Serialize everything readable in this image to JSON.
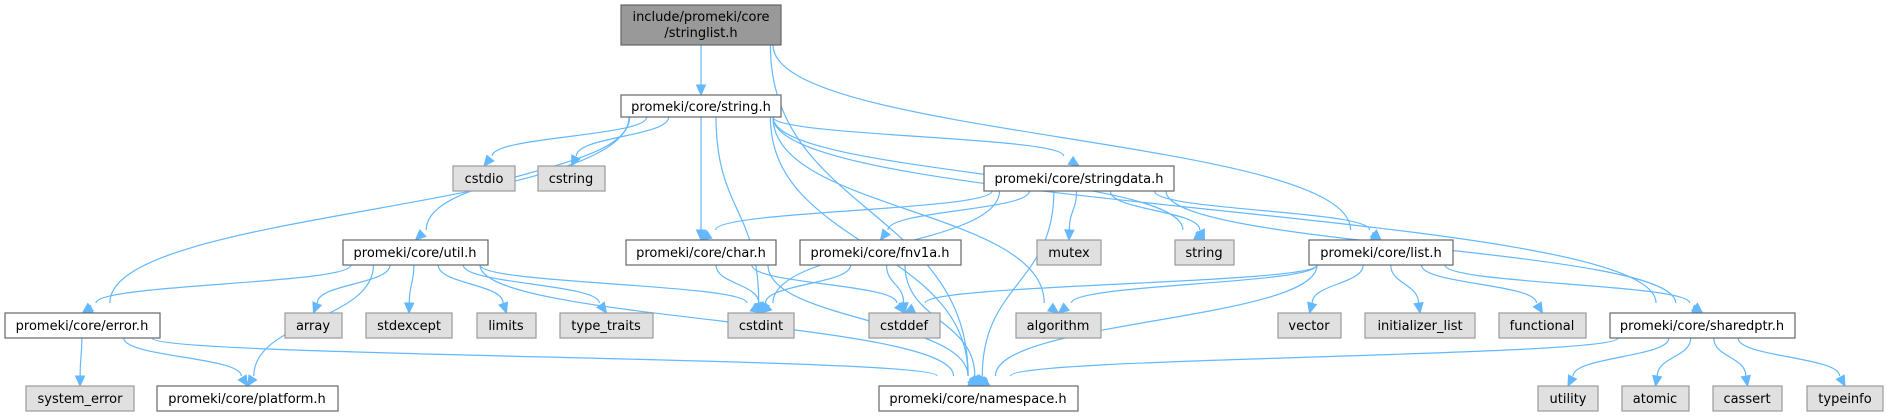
{
  "title": "include/promeki/core/stringlist.h dependency graph",
  "colors": {
    "edge": "#63b8ff",
    "root_fill": "#999999",
    "local_fill": "#ffffff",
    "system_fill": "#e0e0e0"
  },
  "nodes": {
    "stringlist": {
      "label1": "include/promeki/core",
      "label2": "/stringlist.h",
      "kind": "root"
    },
    "string_h": {
      "label": "promeki/core/string.h",
      "kind": "local"
    },
    "cstdio": {
      "label": "cstdio",
      "kind": "system"
    },
    "cstring": {
      "label": "cstring",
      "kind": "system"
    },
    "stringdata": {
      "label": "promeki/core/stringdata.h",
      "kind": "local"
    },
    "util": {
      "label": "promeki/core/util.h",
      "kind": "local"
    },
    "char": {
      "label": "promeki/core/char.h",
      "kind": "local"
    },
    "fnv1a": {
      "label": "promeki/core/fnv1a.h",
      "kind": "local"
    },
    "mutex": {
      "label": "mutex",
      "kind": "system"
    },
    "string": {
      "label": "string",
      "kind": "system"
    },
    "list": {
      "label": "promeki/core/list.h",
      "kind": "local"
    },
    "error": {
      "label": "promeki/core/error.h",
      "kind": "local"
    },
    "array": {
      "label": "array",
      "kind": "system"
    },
    "stdexcept": {
      "label": "stdexcept",
      "kind": "system"
    },
    "limits": {
      "label": "limits",
      "kind": "system"
    },
    "type_traits": {
      "label": "type_traits",
      "kind": "system"
    },
    "cstdint": {
      "label": "cstdint",
      "kind": "system"
    },
    "cstddef": {
      "label": "cstddef",
      "kind": "system"
    },
    "algorithm": {
      "label": "algorithm",
      "kind": "system"
    },
    "vector": {
      "label": "vector",
      "kind": "system"
    },
    "initializer_list": {
      "label": "initializer_list",
      "kind": "system"
    },
    "functional": {
      "label": "functional",
      "kind": "system"
    },
    "sharedptr": {
      "label": "promeki/core/sharedptr.h",
      "kind": "local"
    },
    "system_error": {
      "label": "system_error",
      "kind": "system"
    },
    "platform": {
      "label": "promeki/core/platform.h",
      "kind": "local"
    },
    "namespace": {
      "label": "promeki/core/namespace.h",
      "kind": "local"
    },
    "utility": {
      "label": "utility",
      "kind": "system"
    },
    "atomic": {
      "label": "atomic",
      "kind": "system"
    },
    "cassert": {
      "label": "cassert",
      "kind": "system"
    },
    "typeinfo": {
      "label": "typeinfo",
      "kind": "system"
    }
  },
  "edges": [
    [
      "stringlist",
      "string_h"
    ],
    [
      "stringlist",
      "namespace"
    ],
    [
      "stringlist",
      "list"
    ],
    [
      "string_h",
      "cstdio"
    ],
    [
      "string_h",
      "cstring"
    ],
    [
      "string_h",
      "stringdata"
    ],
    [
      "string_h",
      "util"
    ],
    [
      "string_h",
      "char"
    ],
    [
      "string_h",
      "error"
    ],
    [
      "string_h",
      "cstdint"
    ],
    [
      "string_h",
      "string"
    ],
    [
      "string_h",
      "algorithm"
    ],
    [
      "string_h",
      "namespace"
    ],
    [
      "string_h",
      "sharedptr"
    ],
    [
      "stringdata",
      "char"
    ],
    [
      "stringdata",
      "fnv1a"
    ],
    [
      "stringdata",
      "mutex"
    ],
    [
      "stringdata",
      "string"
    ],
    [
      "stringdata",
      "list"
    ],
    [
      "stringdata",
      "cstdint"
    ],
    [
      "stringdata",
      "namespace"
    ],
    [
      "stringdata",
      "sharedptr"
    ],
    [
      "util",
      "error"
    ],
    [
      "util",
      "array"
    ],
    [
      "util",
      "stdexcept"
    ],
    [
      "util",
      "limits"
    ],
    [
      "util",
      "type_traits"
    ],
    [
      "util",
      "cstdint"
    ],
    [
      "util",
      "platform"
    ],
    [
      "util",
      "namespace"
    ],
    [
      "char",
      "cstdint"
    ],
    [
      "char",
      "cstddef"
    ],
    [
      "char",
      "namespace"
    ],
    [
      "fnv1a",
      "cstdint"
    ],
    [
      "fnv1a",
      "cstddef"
    ],
    [
      "fnv1a",
      "namespace"
    ],
    [
      "list",
      "cstddef"
    ],
    [
      "list",
      "algorithm"
    ],
    [
      "list",
      "vector"
    ],
    [
      "list",
      "initializer_list"
    ],
    [
      "list",
      "functional"
    ],
    [
      "list",
      "sharedptr"
    ],
    [
      "list",
      "namespace"
    ],
    [
      "error",
      "system_error"
    ],
    [
      "error",
      "platform"
    ],
    [
      "error",
      "namespace"
    ],
    [
      "sharedptr",
      "utility"
    ],
    [
      "sharedptr",
      "atomic"
    ],
    [
      "sharedptr",
      "cassert"
    ],
    [
      "sharedptr",
      "typeinfo"
    ],
    [
      "sharedptr",
      "namespace"
    ]
  ]
}
